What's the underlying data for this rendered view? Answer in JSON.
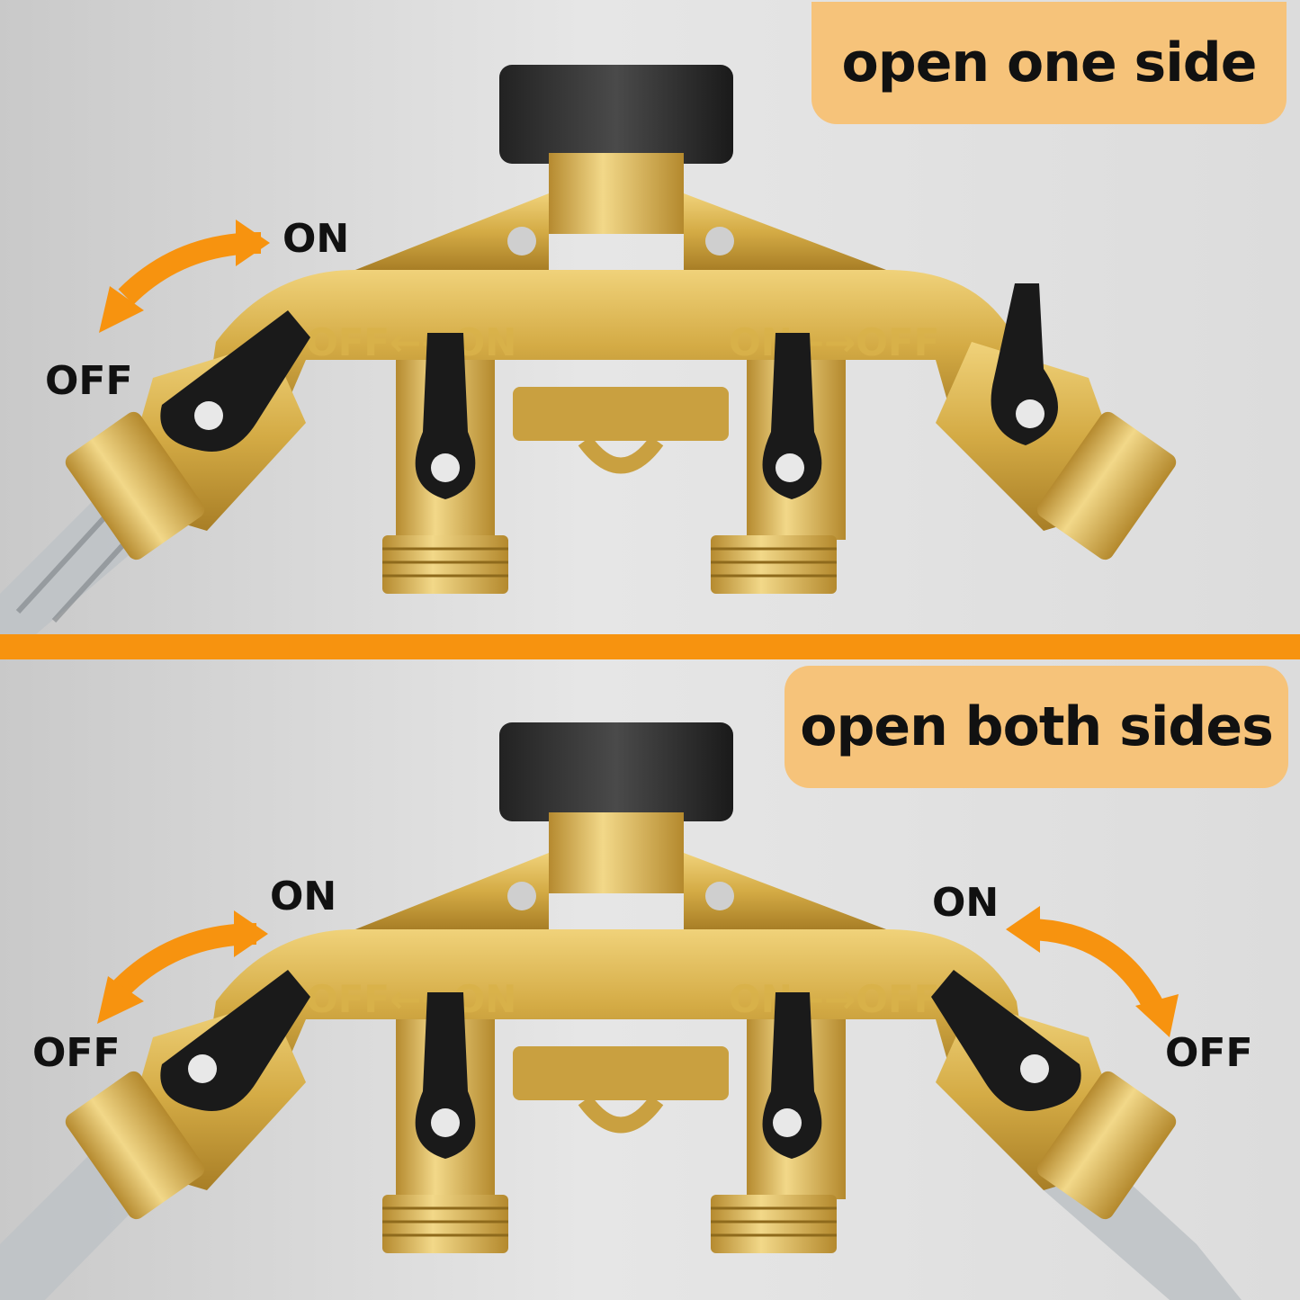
{
  "top": {
    "caption": "open one side",
    "labels": {
      "on": "ON",
      "off": "OFF"
    },
    "engraving_left": "OFF←→ON",
    "engraving_right": "ON←→OFF"
  },
  "bottom": {
    "caption": "open both sides",
    "labels": {
      "left_on": "ON",
      "left_off": "OFF",
      "right_on": "ON",
      "right_off": "OFF"
    },
    "engraving_left": "OFF←→ON",
    "engraving_right": "ON←→OFF"
  },
  "colors": {
    "accent_orange": "#f7930f",
    "callout_bg": "#f6c37a",
    "brass": "#d6b04c",
    "handle": "#1a1a1a"
  }
}
